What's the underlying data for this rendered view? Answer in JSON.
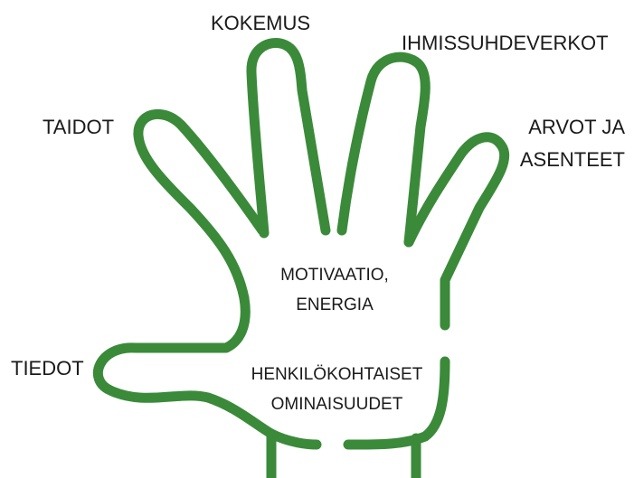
{
  "stroke_color": "#3a8a3a",
  "text_color": "#1a1a1a",
  "labels": {
    "kokemus": "KOKEMUS",
    "ihmissuhdeverkot": "IHMISSUHDEVERKOT",
    "taidot": "TAIDOT",
    "arvot_line1": "ARVOT JA",
    "arvot_line2": "ASENTEET",
    "tiedot": "TIEDOT",
    "motivaatio_line1": "MOTIVAATIO,",
    "motivaatio_line2": "ENERGIA",
    "henkilo_line1": "HENKILÖKOHTAISET",
    "henkilo_line2": "OMINAISUUDET"
  }
}
